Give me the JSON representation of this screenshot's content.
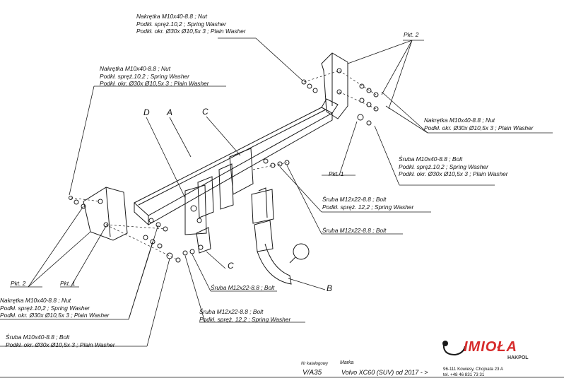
{
  "colors": {
    "line": "#1a1a1a",
    "logo_red": "#d62b2b",
    "logo_swoosh": "#e23a2a"
  },
  "labels": {
    "top_nut_1": "Nakrętka M10x40-8.8 ;  Nut",
    "top_nut_2": "Podkł. spręż.10,2 ; Spring Washer",
    "top_nut_3": "Podkł. okr.  Ø30x Ø10,5x 3 ; Plain Washer",
    "left_nut_1": "Nakrętka M10x40-8.8 ;  Nut",
    "left_nut_2": "Podkł. spręż.10,2 ; Spring Washer",
    "left_nut_3": "Podkł. okr.  Ø30x Ø10,5x 3 ; Plain Washer",
    "pkt2_top": "Pkt. 2",
    "right_nut_1": "Nakrętka M10x40-8.8 ;  Nut",
    "right_nut_2": "Podkł. okr.  Ø30x Ø10,5x 3 ; Plain Washer",
    "right_bolt_1": "Śruba M10x40-8.8 ;  Bolt",
    "right_bolt_2": "Podkł. spręż.10,2 ; Spring Washer",
    "right_bolt_3": "Podkł. okr.  Ø30x Ø10,5x 3 ; Plain Washer",
    "pkt1_right": "Pkt. 1",
    "m12_bolt_1": "Śruba M12x22-8.8 ;  Bolt",
    "m12_bolt_2": "Podkł. spręż. 12,2 ; Spring Washer",
    "m12_bolt_b": "Śruba M12x22-8.8 ;  Bolt",
    "pkt2_left": "Pkt. 2",
    "pkt1_left": "Pkt. 1",
    "bl_nut_1": "Nakrętka M10x40-8.8 ;  Nut",
    "bl_nut_2": "Podkł. spręż.10,2 ; Spring Washer",
    "bl_nut_3": "Podkł. okr.  Ø30x Ø10,5x 3 ; Plain Washer",
    "bl_bolt_1": "Śruba M10x40-8.8 ;  Bolt",
    "bl_bolt_2": "Podkł. okr.  Ø30x Ø10,5x 3 ; Plain Washer",
    "mid_bolt": "Śruba M12x22-8.8 ;  Bolt",
    "bot_bolt_1": "Śruba M12x22-8.8 ;  Bolt",
    "bot_bolt_2": "Podkł. spręż. 12,2 ; Spring Washer"
  },
  "parts": {
    "a": "A",
    "b": "B",
    "c_top": "C",
    "c_bottom": "C",
    "d": "D"
  },
  "title_block": {
    "catalog_label": "Nr katalogowy",
    "catalog_value": "V/A35",
    "brand_label": "Marka",
    "brand_value": "Volvo XC60 (SUV) od  2017 - >",
    "logo_text": "IMIOŁA",
    "logo_sub": "HAKPOL",
    "address": "96-111 Kowiesy, Chojnata 23 A",
    "phone": "tel. +48 46 831 73 31"
  }
}
